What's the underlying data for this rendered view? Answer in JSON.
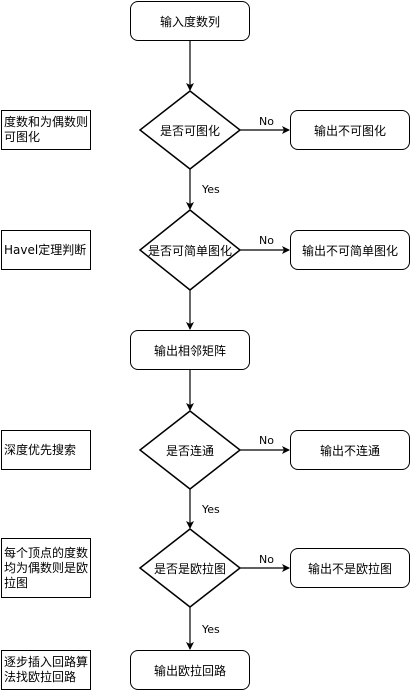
{
  "nodes": {
    "start": "输入度数列",
    "d1": "是否可图化",
    "d1_no_out": "输出不可图化",
    "d2": "是否可简单图化",
    "d2_no_out": "输出不可简单图化",
    "adj": "输出相邻矩阵",
    "d3": "是否连通",
    "d3_no_out": "输出不连通",
    "d4": "是否是欧拉图",
    "d4_no_out": "输出不是欧拉图",
    "end": "输出欧拉回路"
  },
  "edge_labels": {
    "d1_no": "No",
    "d1_yes": "Yes",
    "d2_no": "No",
    "d3_no": "No",
    "d3_yes": "Yes",
    "d4_no": "No",
    "d4_yes": "Yes"
  },
  "notes": {
    "n1": "度数和为偶数则可图化",
    "n2": "Havel定理判断",
    "n3": "深度优先搜索",
    "n4": "每个顶点的度数均为偶数则是欧拉图",
    "n5": "逐步插入回路算法找欧拉回路"
  }
}
